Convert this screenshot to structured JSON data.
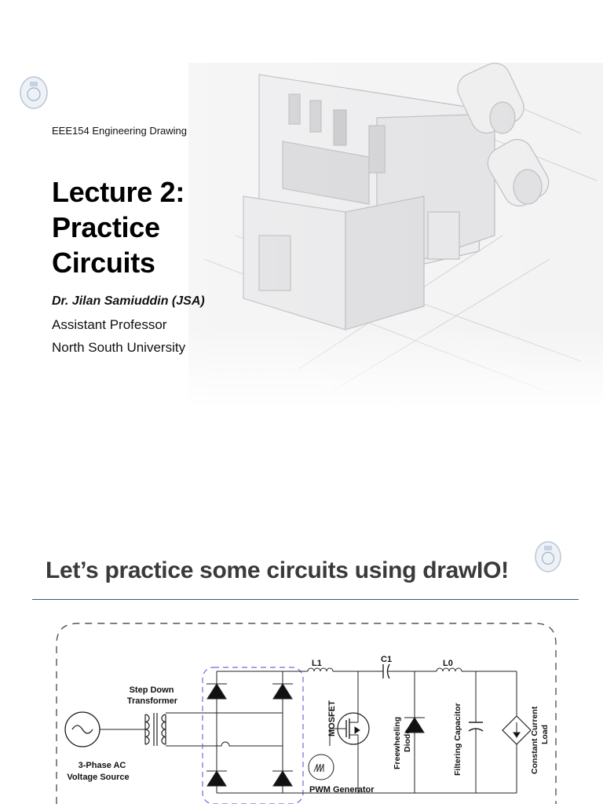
{
  "slide1": {
    "course": "EEE154 Engineering Drawing",
    "title_lines": [
      "Lecture 2:",
      "Practice",
      "Circuits"
    ],
    "author": "Dr. Jilan Samiuddin (JSA)",
    "role": "Assistant Professor",
    "university": "North South University"
  },
  "slide2": {
    "title": "Let’s practice some circuits using drawIO!",
    "circuit_labels": {
      "source": [
        "3-Phase AC",
        "Voltage Source"
      ],
      "transformer": [
        "Step Down",
        "Transformer"
      ],
      "l1": "L1",
      "c1": "C1",
      "l0": "L0",
      "mosfet": "MOSFET",
      "pwm": "PWM Generator",
      "diode": [
        "Freewheeling",
        "Diode"
      ],
      "filter_cap": "Filtering Capacitor",
      "load": [
        "Constant Current",
        "Load"
      ]
    }
  },
  "colors": {
    "divider": "#2e5a88",
    "rectifier_box": "#6a6ae0",
    "title_gray": "#3a3a3a"
  }
}
